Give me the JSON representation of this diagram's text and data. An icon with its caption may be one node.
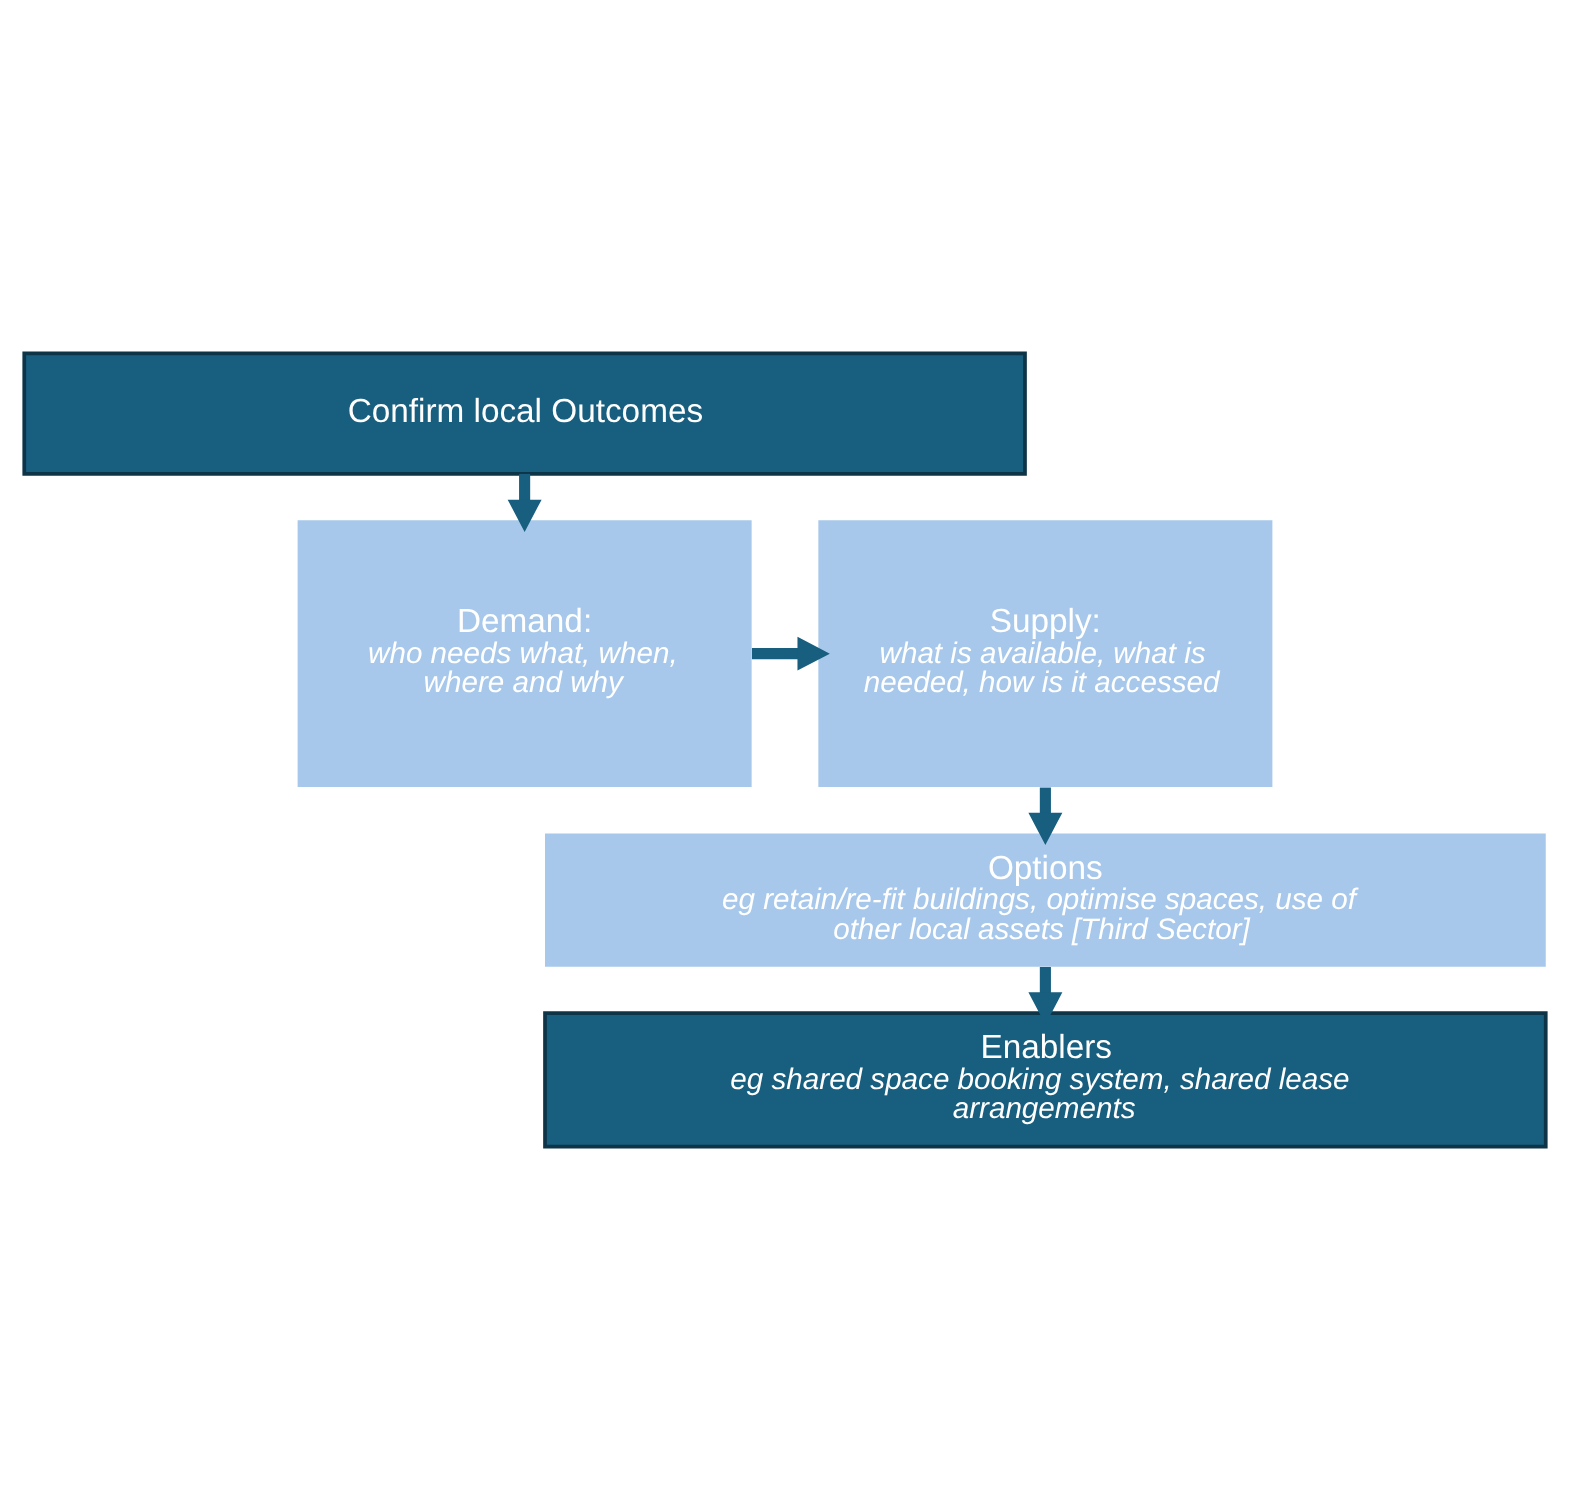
{
  "diagram": {
    "nodes": [
      {
        "text": [
          "Confirm local Outcomes"
        ]
      },
      {
        "text": [
          "Demand:",
          "who needs what, when, where and why"
        ]
      },
      {
        "text": [
          "Supply:",
          "what is available, what is needed, how is it accessed"
        ]
      },
      {
        "text": [
          "Options",
          "eg retain/re-fit buildings, optimise spaces, use of other local assets [Third Sector]"
        ]
      },
      {
        "text": [
          "Enablers",
          "eg shared space booking system, shared lease arrangements"
        ]
      }
    ],
    "edges": [
      {
        "from": 0,
        "to": 1,
        "arrow": "to"
      },
      {
        "from": 1,
        "to": 2,
        "arrow": "to"
      },
      {
        "from": 2,
        "to": 3,
        "arrow": "to"
      },
      {
        "from": 3,
        "to": 4,
        "arrow": "to"
      }
    ]
  }
}
